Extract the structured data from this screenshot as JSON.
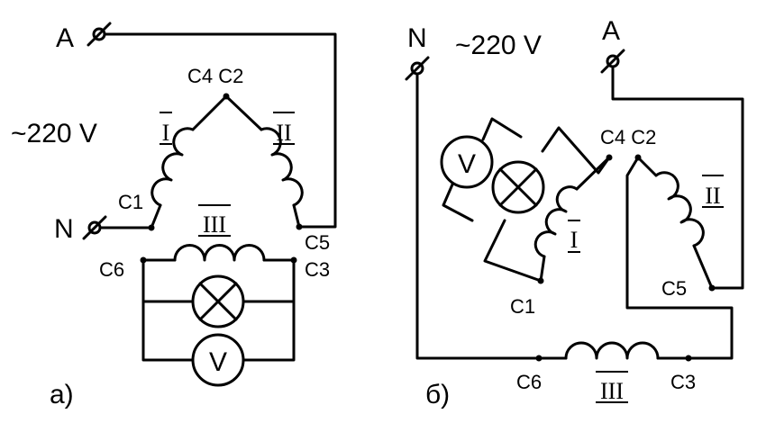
{
  "diagram_a": {
    "terminal_a": "A",
    "terminal_n": "N",
    "voltage": "~220 V",
    "node_top": "C4 C2",
    "node_c1": "C1",
    "node_c5": "C5",
    "node_c6": "C6",
    "node_c3": "C3",
    "winding_1": "I",
    "winding_2": "II",
    "winding_3": "III",
    "voltmeter": "V",
    "caption": "а)"
  },
  "diagram_b": {
    "terminal_n": "N",
    "terminal_a": "A",
    "voltage": "~220 V",
    "node_top": "C4 C2",
    "node_c1": "C1",
    "node_c5": "C5",
    "node_c6": "C6",
    "node_c3": "C3",
    "winding_1": "I",
    "winding_2": "II",
    "winding_3": "III",
    "voltmeter": "V",
    "caption": "б)"
  }
}
